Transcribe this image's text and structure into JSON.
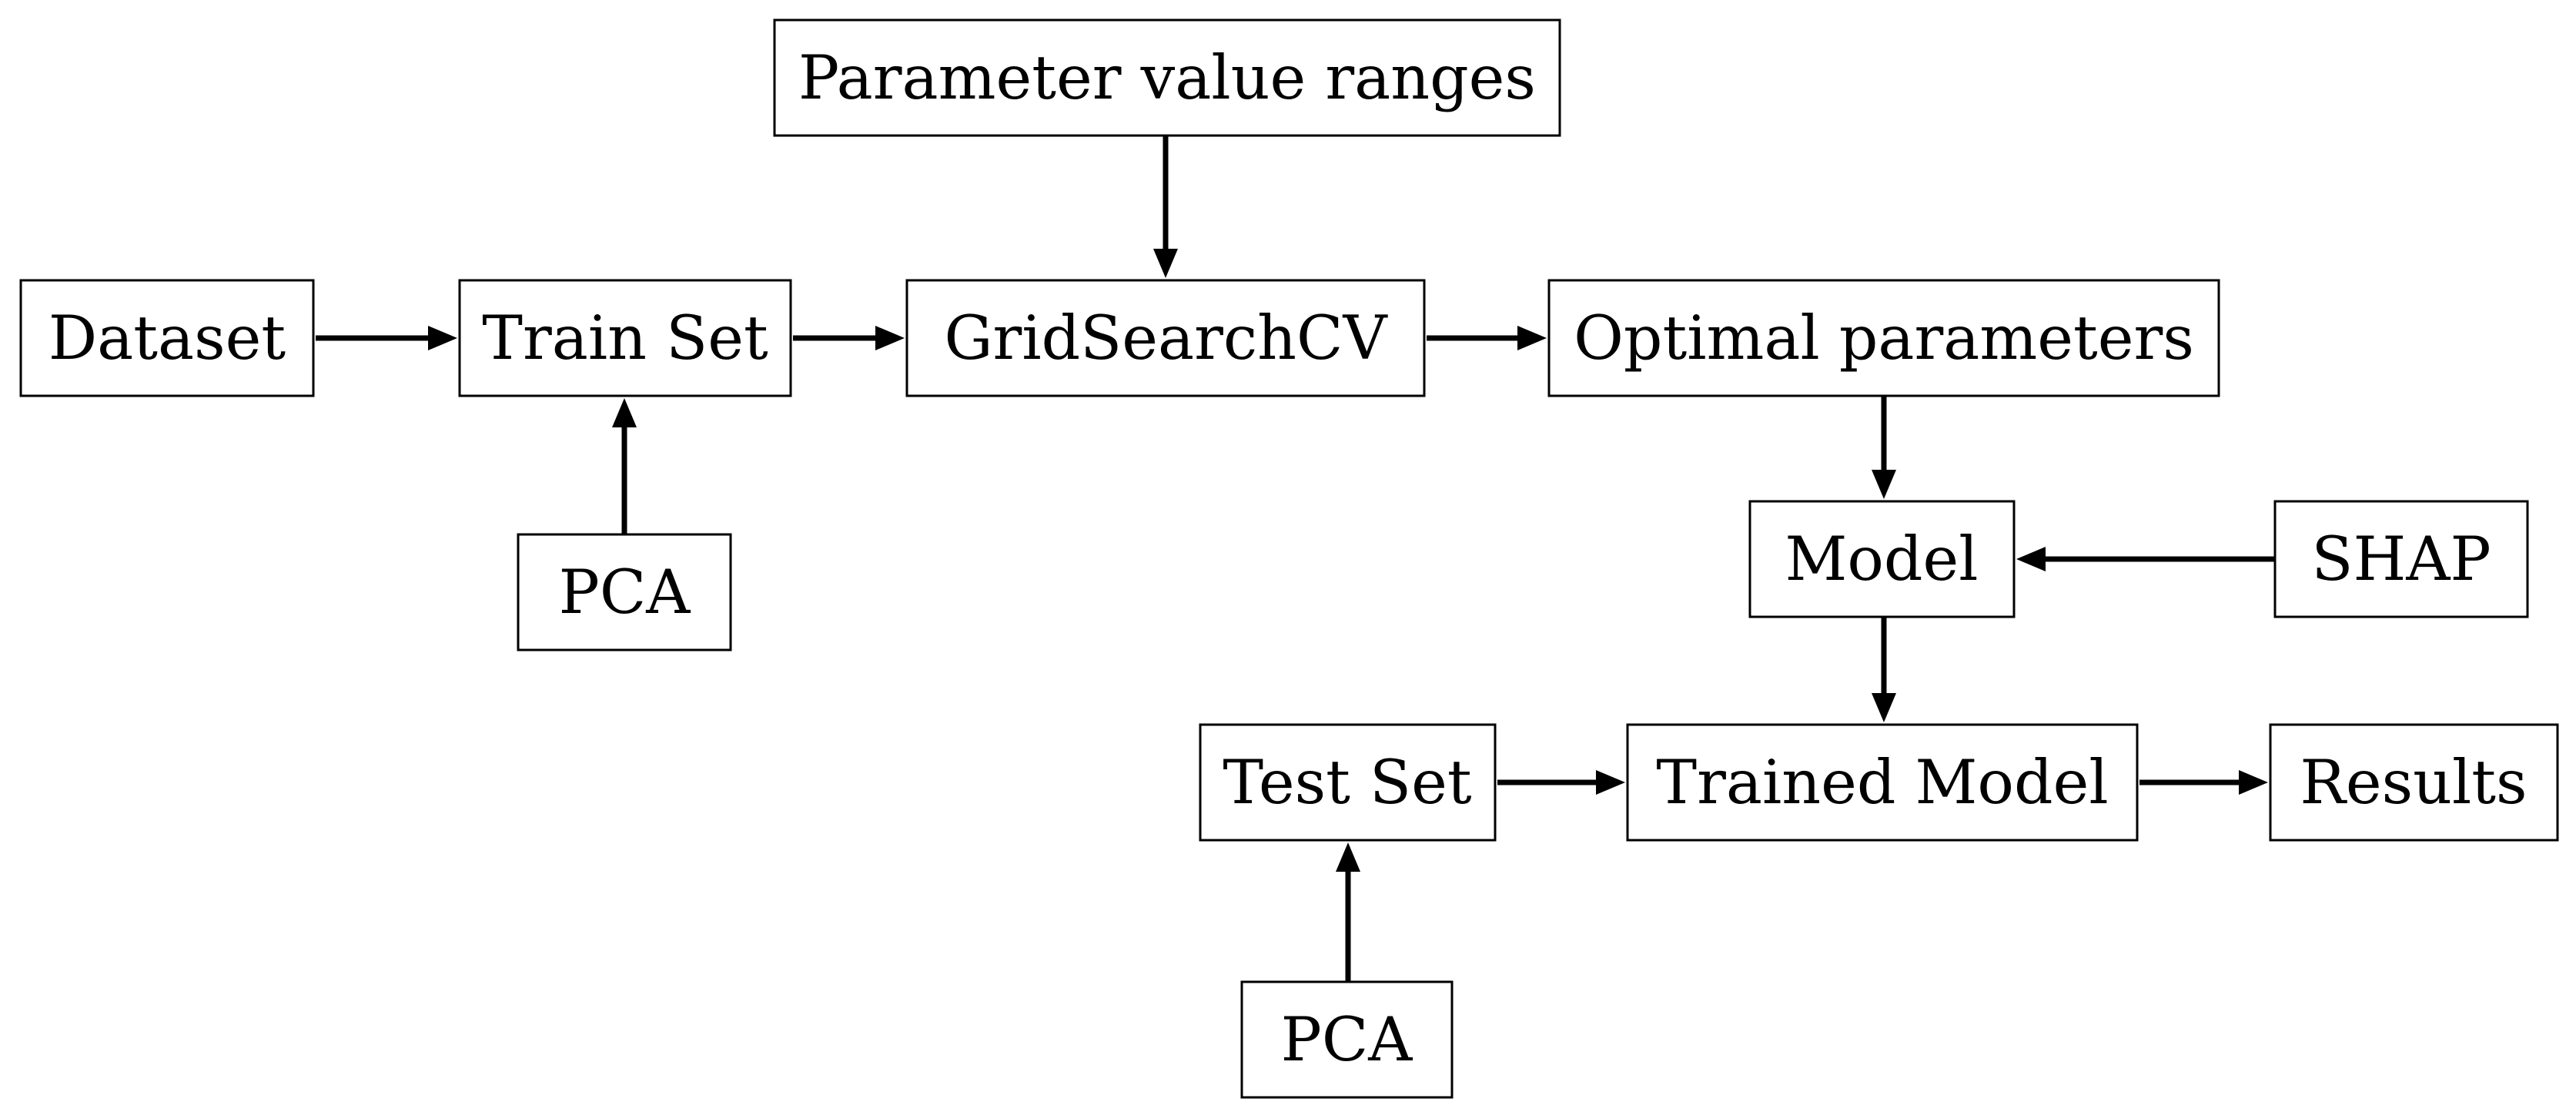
{
  "nodes": [
    {
      "id": "param_ranges",
      "label": "Parameter value ranges"
    },
    {
      "id": "dataset",
      "label": "Dataset"
    },
    {
      "id": "train_set",
      "label": "Train Set"
    },
    {
      "id": "gridsearch",
      "label": "GridSearchCV"
    },
    {
      "id": "optimal_params",
      "label": "Optimal parameters"
    },
    {
      "id": "pca_train",
      "label": "PCA"
    },
    {
      "id": "model",
      "label": "Model"
    },
    {
      "id": "shap",
      "label": "SHAP"
    },
    {
      "id": "test_set",
      "label": "Test Set"
    },
    {
      "id": "trained_model",
      "label": "Trained Model"
    },
    {
      "id": "results",
      "label": "Results"
    },
    {
      "id": "pca_test",
      "label": "PCA"
    }
  ],
  "edges": [
    {
      "from": "dataset",
      "to": "train_set"
    },
    {
      "from": "pca_train",
      "to": "train_set"
    },
    {
      "from": "train_set",
      "to": "gridsearch"
    },
    {
      "from": "param_ranges",
      "to": "gridsearch"
    },
    {
      "from": "gridsearch",
      "to": "optimal_params"
    },
    {
      "from": "optimal_params",
      "to": "model"
    },
    {
      "from": "shap",
      "to": "model"
    },
    {
      "from": "model",
      "to": "trained_model"
    },
    {
      "from": "test_set",
      "to": "trained_model"
    },
    {
      "from": "pca_test",
      "to": "test_set"
    },
    {
      "from": "trained_model",
      "to": "results"
    }
  ]
}
